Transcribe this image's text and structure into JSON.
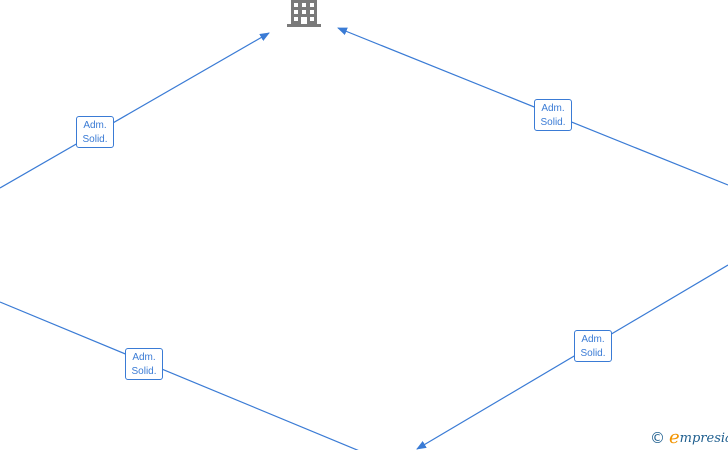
{
  "diagram": {
    "center_node_icon": "building-icon",
    "edge_color": "#3a7bd5",
    "edges": [
      {
        "label_line1": "Adm.",
        "label_line2": "Solid."
      },
      {
        "label_line1": "Adm.",
        "label_line2": "Solid."
      },
      {
        "label_line1": "Adm.",
        "label_line2": "Solid."
      },
      {
        "label_line1": "Adm.",
        "label_line2": "Solid."
      }
    ]
  },
  "watermark": {
    "symbol": "©",
    "brand_first_letter": "e",
    "brand_rest": "mpresia",
    "brand_name": "empresia",
    "colors": {
      "symbol": "#1f5f8f",
      "accent": "#f29400"
    }
  }
}
